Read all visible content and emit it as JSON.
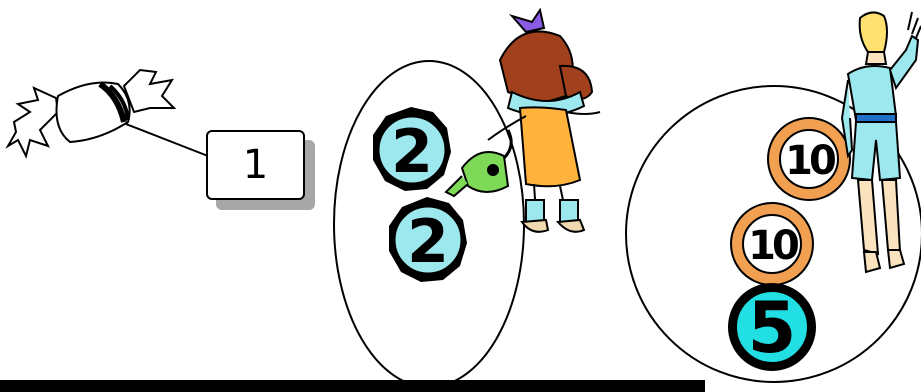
{
  "price_label": "1",
  "left_group": {
    "coins": [
      {
        "label": "2",
        "color": "#9de8ee"
      },
      {
        "label": "2",
        "color": "#9de8ee"
      }
    ]
  },
  "right_group": {
    "coins": [
      {
        "label": "10",
        "color": "#ffffff",
        "ring_color": "#f0a050"
      },
      {
        "label": "10",
        "color": "#ffffff",
        "ring_color": "#f0a050"
      },
      {
        "label": "5",
        "color": "#22dfe3"
      }
    ]
  },
  "icons": [
    "candy-icon",
    "girl-with-watering-can-icon",
    "waving-woman-icon"
  ]
}
